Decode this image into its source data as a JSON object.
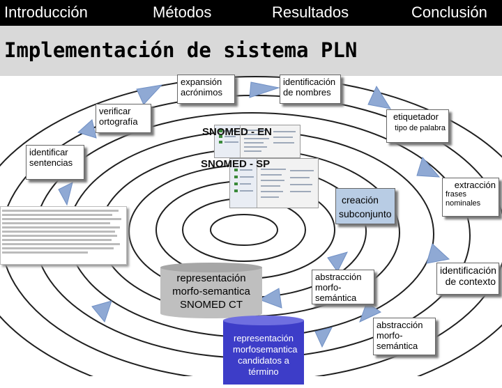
{
  "nav": {
    "items": [
      "Introducción",
      "Métodos",
      "Resultados",
      "Conclusión"
    ]
  },
  "title": "Implementación de sistema PLN",
  "steps": {
    "expansion": "expansión acrónimos",
    "identificacion_nombres": "identificación de nombres",
    "verificar": "verificar ortografía",
    "etiquetador": "etiquetador",
    "tipo_palabra": "tipo de palabra",
    "identificar_sentencias": "identificar sentencias",
    "extraccion": "extracción",
    "frases_nominales": "frases nominales",
    "creacion": "creación",
    "subconjunto": "subconjunto",
    "identificacion_contexto": "identificación de contexto",
    "abstraccion_1": "abstracción morfo-semántica",
    "abstraccion_2": "abstracción morfo-semántica"
  },
  "screens": {
    "en": "SNOMED - EN",
    "sp": "SNOMED - SP"
  },
  "cylinders": {
    "gray": "representación morfo-semantica SNOMED CT",
    "blue": "representación morfosemantica candidatos a término"
  },
  "colors": {
    "ring": "#1f1f1f",
    "arrow": "#8fa9d4",
    "blue_box": "#b8cce4",
    "gray_cylinder": "#bfbfbf",
    "blue_cylinder": "#3d3dc8"
  }
}
